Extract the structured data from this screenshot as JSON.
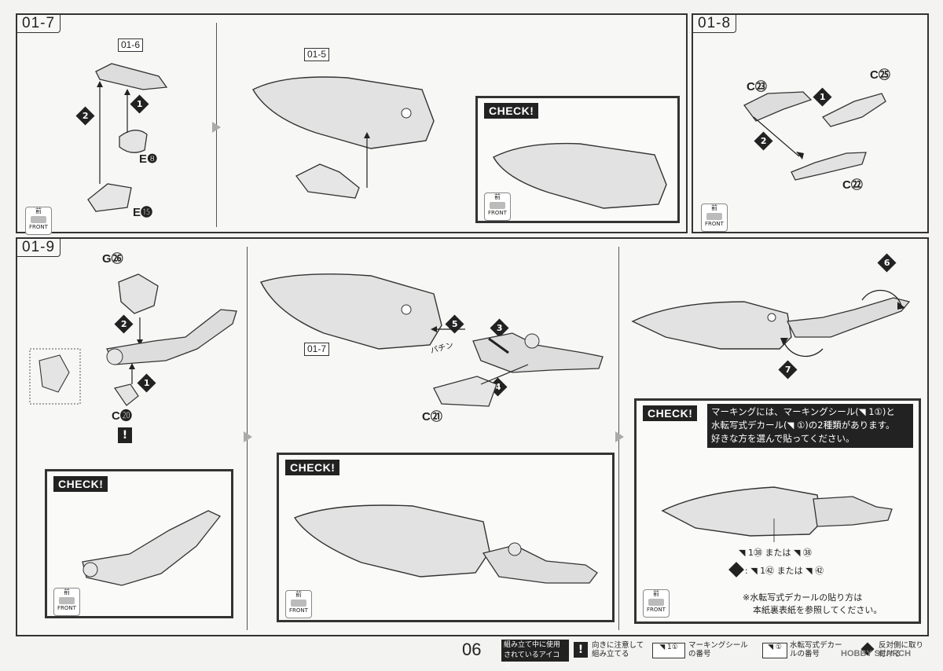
{
  "steps": {
    "s1": "01-7",
    "s2": "01-8",
    "s3": "01-9"
  },
  "refs": {
    "r1": "01-6",
    "r2": "01-5",
    "r3": "01-7"
  },
  "parts": {
    "e8": "E❽",
    "e15": "E⓯",
    "c23": "C㉓",
    "c25": "C㉕",
    "c22": "C㉒",
    "g26": "G㉖",
    "c20": "C⓴",
    "c21": "C㉑"
  },
  "nums": [
    "1",
    "2",
    "3",
    "4",
    "5",
    "6",
    "7"
  ],
  "check_label": "CHECK!",
  "front": {
    "kanji": "前",
    "label": "FRONT"
  },
  "sfx": "パチン",
  "marking": {
    "line1": "マーキングには、マーキングシール(◥ 1①)と",
    "line2": "水転写式デカール(◥ ①)の2種類があります。",
    "line3": "好きな方を選んで貼ってください。",
    "opt1": "◥ 1㊳ または ◥ ㊳",
    "opt2": ": ◥ 1㊷ または ◥ ㊷",
    "note1": "※水転写式デカールの貼り方は",
    "note2": "本紙裏表紙を参照してください。"
  },
  "footer": {
    "page": "06",
    "icons_title": "組み立て中に使用されているアイコン",
    "warn_text": "向きに注意して組み立てる",
    "seal_text": "マーキングシールの番号",
    "decal_text": "水転写式デカールの番号",
    "flip_text": "反対側に取り付ける",
    "watermark": "HOBBY SEARCH"
  }
}
